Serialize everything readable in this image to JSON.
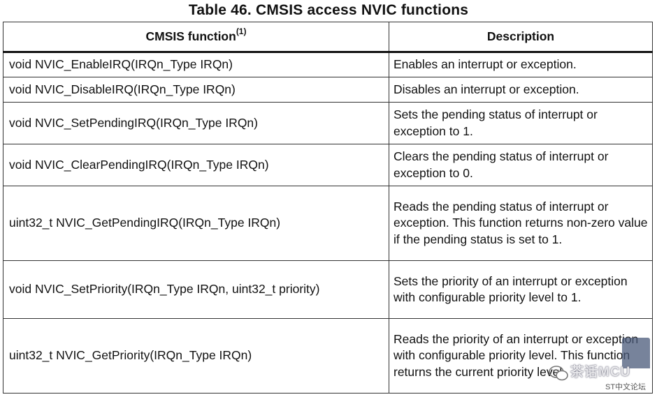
{
  "title": "Table 46. CMSIS access NVIC functions",
  "table": {
    "headers": {
      "function": "CMSIS function",
      "function_note": "(1)",
      "description": "Description"
    },
    "rows": [
      {
        "function": "void NVIC_EnableIRQ(IRQn_Type IRQn)",
        "description": "Enables an interrupt or exception."
      },
      {
        "function": "void NVIC_DisableIRQ(IRQn_Type IRQn)",
        "description": "Disables an interrupt or exception."
      },
      {
        "function": "void NVIC_SetPendingIRQ(IRQn_Type IRQn)",
        "description": "Sets the pending status of interrupt or exception to 1."
      },
      {
        "function": "void NVIC_ClearPendingIRQ(IRQn_Type IRQn)",
        "description": "Clears the pending status of interrupt or exception to 0."
      },
      {
        "function": "uint32_t NVIC_GetPendingIRQ(IRQn_Type IRQn)",
        "description": "Reads the pending status of interrupt or exception. This function returns non-zero value if the pending status is set to 1."
      },
      {
        "function": "void NVIC_SetPriority(IRQn_Type IRQn, uint32_t priority)",
        "description": "Sets the priority of an interrupt or exception with configurable priority level to 1."
      },
      {
        "function": "uint32_t NVIC_GetPriority(IRQn_Type IRQn)",
        "description": "Reads the priority of an interrupt or exception with configurable priority level. This function returns the current priority level."
      }
    ]
  },
  "watermark": {
    "text": "茶话MCU",
    "sub": "ST中文论坛"
  }
}
